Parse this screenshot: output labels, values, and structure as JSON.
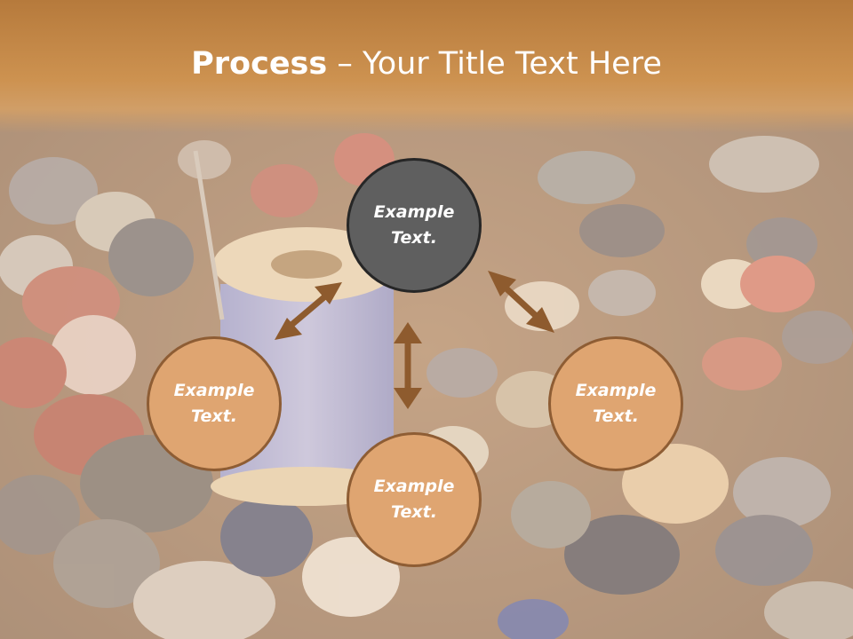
{
  "slide": {
    "title_bold": "Process",
    "title_rest": " – Your Title Text Here"
  },
  "nodes": {
    "top": "Example\nText.",
    "left": "Example\nText.",
    "right": "Example\nText.",
    "bottom": "Example\nText."
  },
  "colors": {
    "header": "#c98a47",
    "node_fill": "#dfa571",
    "node_border": "#8e5d34",
    "center_fill": "#5f5f5f",
    "center_border": "#262626",
    "arrow": "#8e5b2e"
  },
  "icons": [
    "double-arrow-icon"
  ]
}
